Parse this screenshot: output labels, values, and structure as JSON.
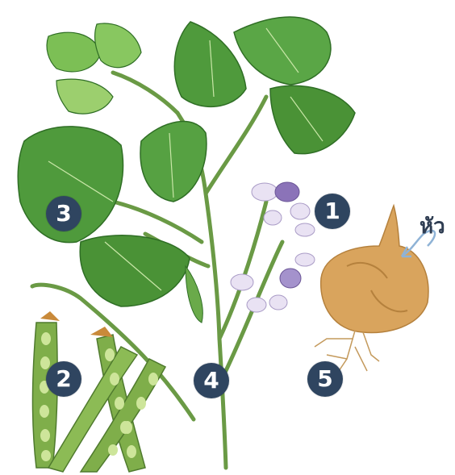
{
  "illustration": {
    "colors": {
      "leaf": "#4f9a3c",
      "leaf_dark": "#2f6e25",
      "leaf_vein": "#c9e7a8",
      "stem": "#6a9a45",
      "pod": "#7fae4a",
      "pod_light": "#cde59a",
      "flower": "#e9e2f3",
      "flower_purple": "#8b73b8",
      "tuber": "#d9a45d",
      "tuber_dark": "#b5813d",
      "badge": "#2f4560",
      "arrow": "#8fb3d6"
    },
    "badges": [
      {
        "id": "1",
        "text": "1"
      },
      {
        "id": "2",
        "text": "2"
      },
      {
        "id": "3",
        "text": "3"
      },
      {
        "id": "4",
        "text": "4"
      },
      {
        "id": "5",
        "text": "5"
      }
    ],
    "tuber_label": "หัว"
  }
}
